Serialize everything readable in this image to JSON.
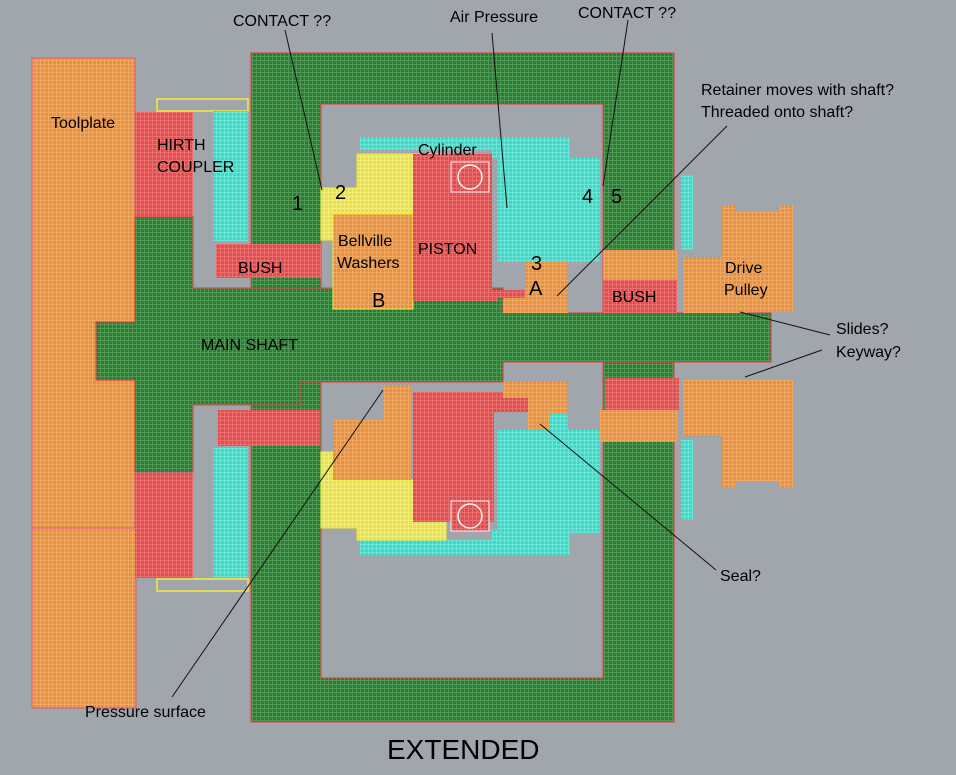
{
  "colors": {
    "background": "#a1a6ad",
    "housing_green": "#2f7a37",
    "orange": "#e7903f",
    "red": "#e14d4d",
    "cyan": "#3fd7c5",
    "yellow": "#e7e04a",
    "outline_red": "#e23a3a",
    "outline_yellow": "#f2ea39"
  },
  "labels": {
    "contact_left": "CONTACT ??",
    "air_pressure": "Air Pressure",
    "contact_right": "CONTACT ??",
    "retainer_line1": "Retainer moves with shaft?",
    "retainer_line2": "Threaded onto shaft?",
    "toolplate": "Toolplate",
    "hirth_line1": "HIRTH",
    "hirth_line2": "COUPLER",
    "cylinder": "Cylinder",
    "num1": "1",
    "num2": "2",
    "num3": "3",
    "num4": "4",
    "num5": "5",
    "bellville_line1": "Bellville",
    "bellville_line2": "Washers",
    "piston": "PISTON",
    "letter_a": "A",
    "letter_b": "B",
    "bush_left": "BUSH",
    "bush_right": "BUSH",
    "drive_pulley_line1": "Drive",
    "drive_pulley_line2": "Pulley",
    "main_shaft": "MAIN SHAFT",
    "slides": "Slides?",
    "keyway": "Keyway?",
    "seal": "Seal?",
    "pressure_surface": "Pressure surface",
    "extended": "EXTENDED"
  }
}
